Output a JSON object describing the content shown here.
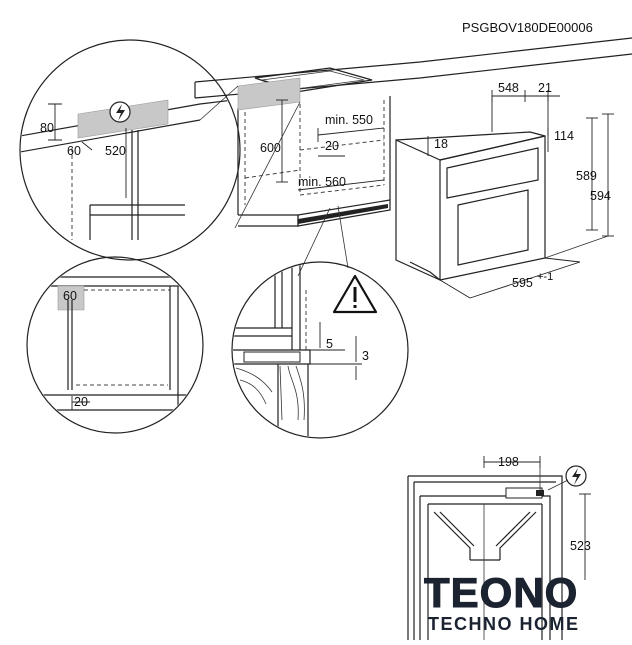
{
  "document_code": "PSGBOV180DE00006",
  "dimensions": {
    "d80": "80",
    "d60_top": "60",
    "d520": "520",
    "d600": "600",
    "min550": "min. 550",
    "d20_mid": "20",
    "min560": "min. 560",
    "d548": "548",
    "d21": "21",
    "d114": "114",
    "d18": "18",
    "d589": "589",
    "d594": "594",
    "d595": "595",
    "d595_tol": "+-1",
    "d60_left": "60",
    "d20_left": "20",
    "d5": "5",
    "d3": "3",
    "d198": "198",
    "d523": "523"
  },
  "symbols": {
    "electric": "electric-hazard-icon",
    "warning": "warning-triangle-icon"
  },
  "brand": {
    "name": "TEONO",
    "tagline": "TECHNO HOME"
  }
}
